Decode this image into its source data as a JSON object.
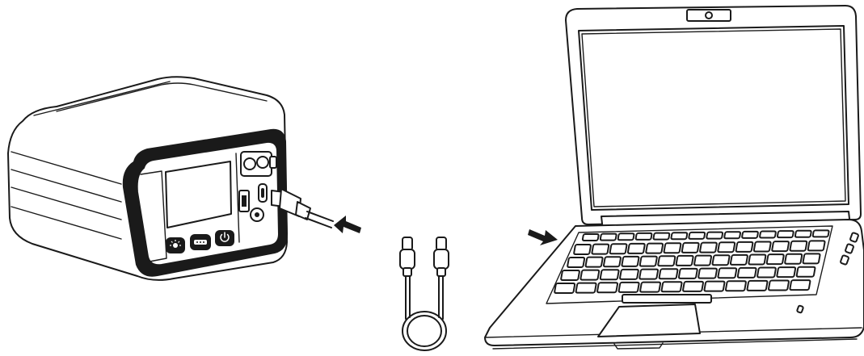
{
  "figure": {
    "type": "connection-diagram",
    "items": [
      {
        "name": "power-station",
        "icon": "power-station-icon"
      },
      {
        "name": "usb-c-cable",
        "icon": "usb-c-cable-icon"
      },
      {
        "name": "laptop",
        "icon": "laptop-icon"
      }
    ],
    "arrows": [
      {
        "name": "arrow-to-power-station-port",
        "icon": "arrow-icon"
      },
      {
        "name": "arrow-to-laptop-port",
        "icon": "arrow-icon"
      }
    ],
    "button_labels": {
      "light": "",
      "ac": "",
      "power": ""
    },
    "colors": {
      "line": "#1a1a1a",
      "fill": "#ffffff"
    }
  }
}
